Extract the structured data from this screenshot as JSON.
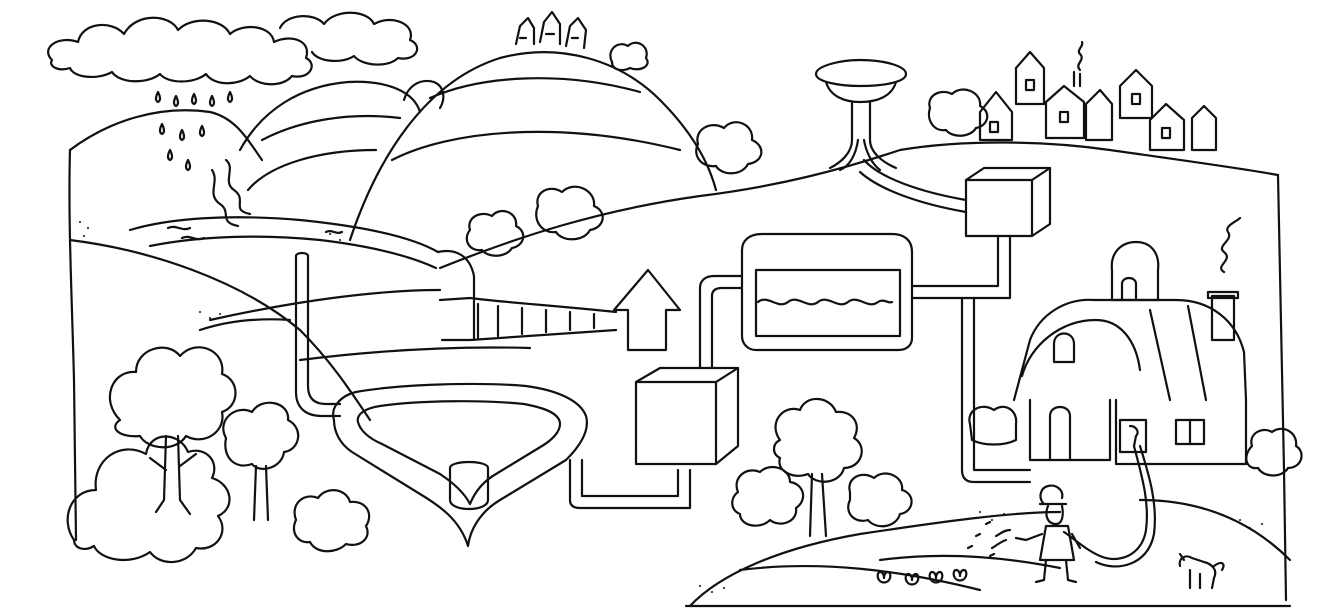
{
  "figure": {
    "background": "#ffffff",
    "ink": "#111111",
    "style": "black-and-white line-art coloring page",
    "subject_icons": [
      "rain-cloud",
      "raindrops",
      "mountain",
      "river",
      "tunnel",
      "arrow-up",
      "dam-reservoir",
      "intake-pipe",
      "treatment-box",
      "filter-basin",
      "water-tower",
      "storage-box",
      "house",
      "chimney-smoke",
      "village",
      "water-pipe",
      "garden-hose",
      "person-watering",
      "dog",
      "tree",
      "bush",
      "flower"
    ]
  }
}
